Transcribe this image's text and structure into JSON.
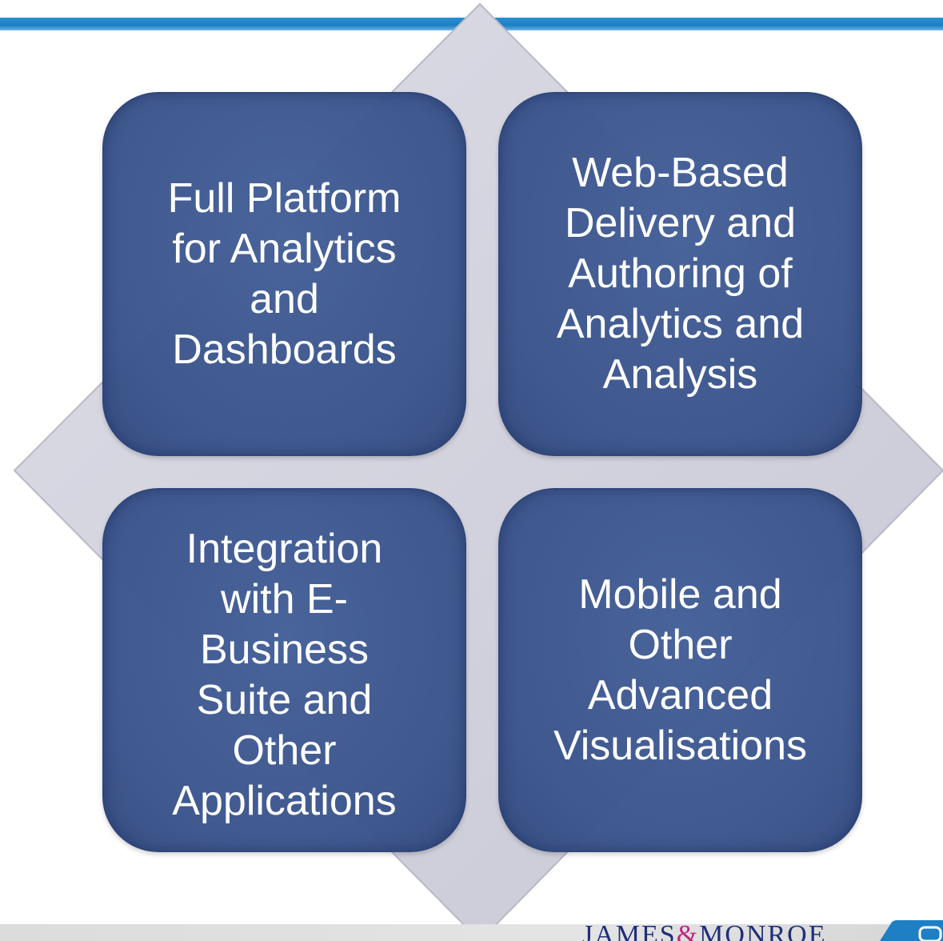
{
  "diagram": {
    "quadrants": [
      {
        "id": "q1",
        "text": "Full Platform\nfor Analytics\nand\nDashboards"
      },
      {
        "id": "q2",
        "text": "Web-Based\nDelivery and\nAuthoring of\nAnalytics and\nAnalysis"
      },
      {
        "id": "q3",
        "text": "Integration\nwith E-\nBusiness\nSuite and\nOther\nApplications"
      },
      {
        "id": "q4",
        "text": "Mobile and\nOther\nAdvanced\nVisualisations"
      }
    ]
  },
  "footer": {
    "brand_left": "JAMES",
    "brand_amp": "&",
    "brand_right": "MONROE"
  },
  "colors": {
    "top_rule": "#1e7fc4",
    "quadrant_fill": "#3a548c",
    "diamond_fill": "#d4d4e0",
    "brand_text": "#1f2f7a",
    "brand_accent": "#c0287f"
  }
}
